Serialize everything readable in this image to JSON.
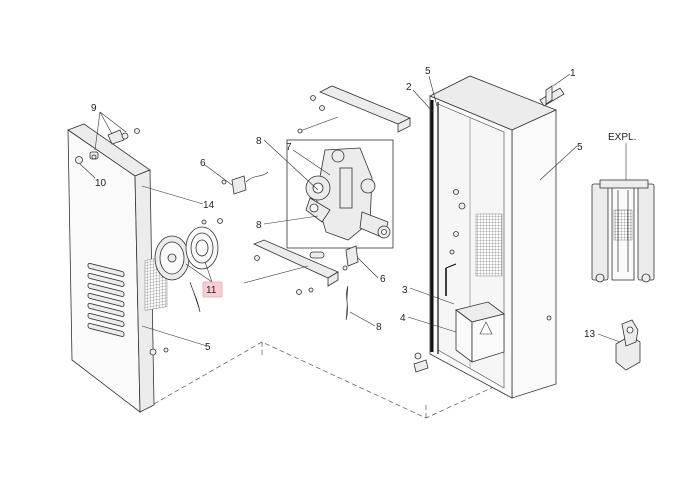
{
  "callouts": {
    "c1": "1",
    "c2": "2",
    "c3": "3",
    "c4": "4",
    "c5_top": "5",
    "c5_right": "5",
    "c5_panel": "5",
    "c6_left": "6",
    "c6_right": "6",
    "c7": "7",
    "c8_top": "8",
    "c8_mid": "8",
    "c8_bottom": "8",
    "c9": "9",
    "c10": "10",
    "c11": "11",
    "c13": "13",
    "c14": "14"
  },
  "detail_label": "EXPL.",
  "colors": {
    "highlight_box": "#f7cfd3",
    "line": "#333333",
    "part_fill": "#ececec"
  }
}
